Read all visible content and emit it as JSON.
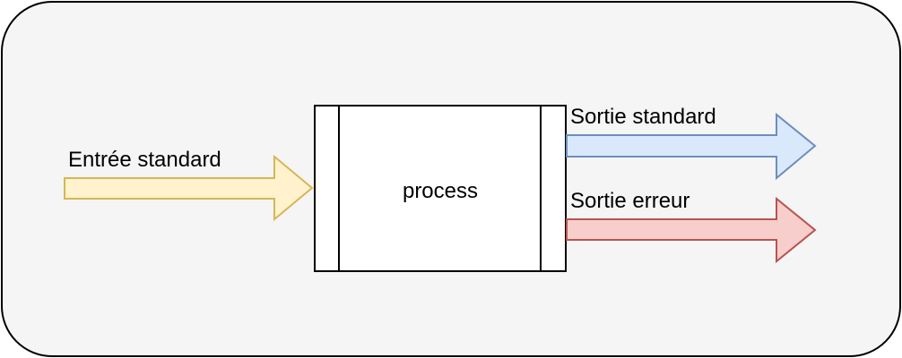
{
  "diagram": {
    "process": {
      "label": "process",
      "fill": "#ffffff",
      "stroke": "#000000"
    },
    "arrows": {
      "stdin": {
        "label": "Entrée standard",
        "fill": "#fff2cc",
        "stroke": "#d6b656"
      },
      "stdout": {
        "label": "Sortie standard",
        "fill": "#dae8fc",
        "stroke": "#6c8ebf"
      },
      "stderr": {
        "label": "Sortie erreur",
        "fill": "#f8cecc",
        "stroke": "#b85450"
      }
    },
    "container": {
      "fill": "#f5f5f5",
      "stroke": "#000000"
    }
  }
}
